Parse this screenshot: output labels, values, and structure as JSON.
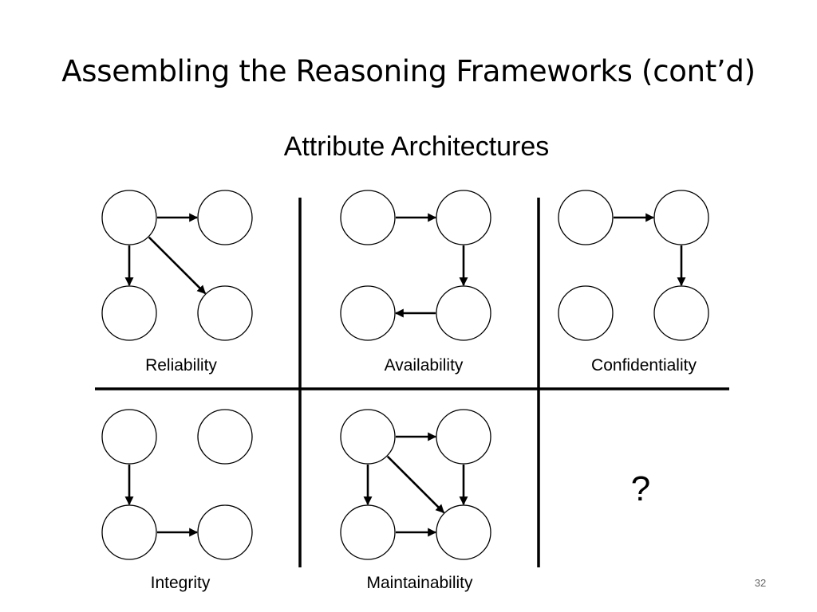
{
  "slide": {
    "title": "Assembling the Reasoning Frameworks (cont’d)",
    "diagram_heading": "Attribute Architectures",
    "page_number": "32"
  },
  "panels": [
    {
      "label": "Reliability",
      "edges": [
        [
          "tl",
          "tr"
        ],
        [
          "tl",
          "bl"
        ],
        [
          "tl",
          "br"
        ]
      ]
    },
    {
      "label": "Availability",
      "edges": [
        [
          "tl",
          "tr"
        ],
        [
          "tr",
          "br"
        ],
        [
          "br",
          "bl"
        ]
      ]
    },
    {
      "label": "Confidentiality",
      "edges": [
        [
          "tl",
          "tr"
        ],
        [
          "tr",
          "br"
        ]
      ]
    },
    {
      "label": "Integrity",
      "edges": [
        [
          "tl",
          "bl"
        ],
        [
          "bl",
          "br"
        ]
      ]
    },
    {
      "label": "Maintainability",
      "edges": [
        [
          "tl",
          "tr"
        ],
        [
          "tl",
          "bl"
        ],
        [
          "tl",
          "br"
        ],
        [
          "tr",
          "br"
        ],
        [
          "bl",
          "br"
        ]
      ]
    },
    {
      "label": "",
      "unknown": "?"
    }
  ],
  "colors": {
    "ink": "#000000",
    "node_fill": "#ffffff",
    "page_number": "#666666"
  }
}
